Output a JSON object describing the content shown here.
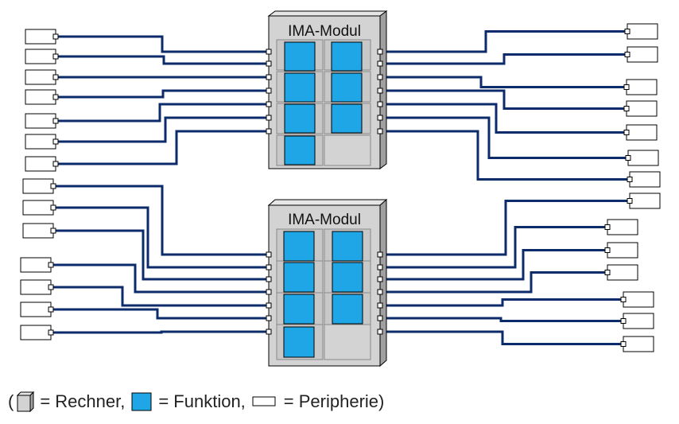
{
  "modules": [
    {
      "title": "IMA-Modul"
    },
    {
      "title": "IMA-Modul"
    }
  ],
  "legend": {
    "open_paren": "(",
    "computer_label": "= Rechner,",
    "function_label": "= Funktion,",
    "periphery_label": "= Peripherie)"
  },
  "colors": {
    "wire": "#0c2b6b",
    "function_fill": "#1fa6e6",
    "module_face": "#d3d3d3",
    "module_side": "#a0a0a0",
    "module_top": "#e6e6e6",
    "periphery_fill": "#ffffff",
    "outline": "#000000"
  }
}
